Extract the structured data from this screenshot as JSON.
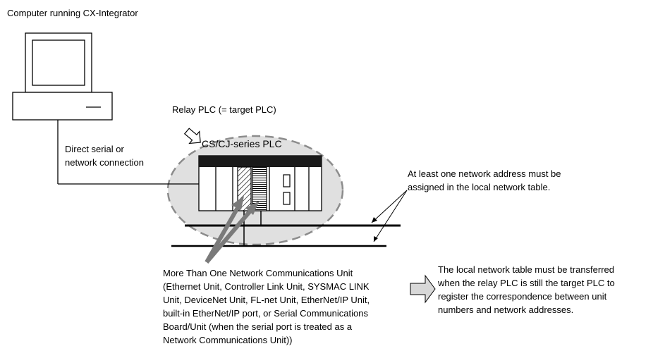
{
  "labels": {
    "computer": "Computer running CX-Integrator",
    "relay_plc": "Relay PLC (= target PLC)",
    "plc_series": "CS/CJ-series PLC",
    "connection_line1": "Direct serial or",
    "connection_line2": "network connection",
    "network_address_line1": "At least one network address must be",
    "network_address_line2": "assigned in the local network table.",
    "units_lines": [
      "More Than One Network Communications Unit",
      "(Ethernet Unit, Controller Link Unit, SYSMAC LINK",
      "Unit, DeviceNet Unit, FL-net Unit, EtherNet/IP Unit,",
      "built-in EtherNet/IP port, or Serial Communications",
      "Board/Unit (when the serial port is treated as a",
      "Network Communications Unit))"
    ],
    "transfer_lines": [
      "The local network table must be transferred",
      "when the relay PLC is still the target PLC to",
      "register the correspondence between unit",
      "numbers and network addresses."
    ]
  },
  "colors": {
    "line": "#000000",
    "dashed_ellipse_stroke": "#8c8c8c",
    "dashed_ellipse_fill": "#e0e0e0",
    "plc_top_band": "#1a1a1a",
    "unit_arrows": "#7a7a7a",
    "transfer_arrow_fill": "#d8d8d8"
  },
  "icons": [
    "computer-icon",
    "hollow-pointer-arrow-icon",
    "plc-rack-icon",
    "transfer-arrow-icon"
  ]
}
